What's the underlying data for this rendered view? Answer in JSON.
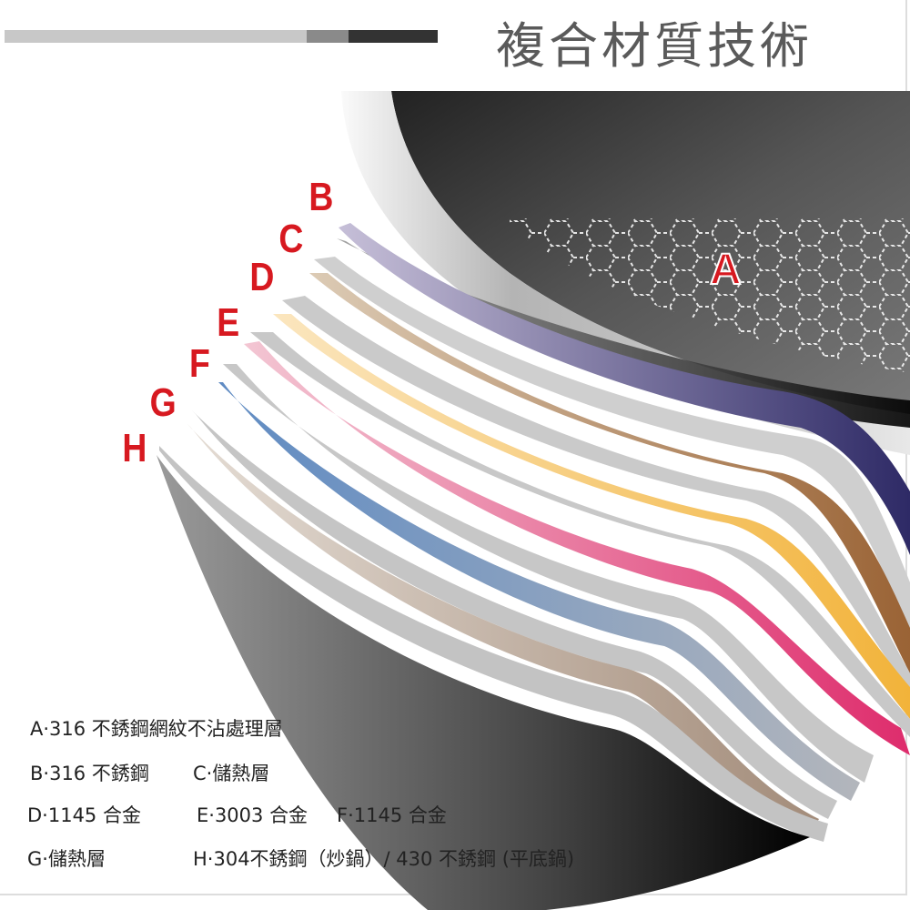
{
  "header": {
    "title": "複合材質技術",
    "deco_bar_colors": [
      "#c8c8c8",
      "#8a8a8a",
      "#333333"
    ]
  },
  "layer_labels": [
    {
      "letter": "A",
      "color": "#d71920"
    },
    {
      "letter": "B",
      "color": "#d71920"
    },
    {
      "letter": "C",
      "color": "#d71920"
    },
    {
      "letter": "D",
      "color": "#d71920"
    },
    {
      "letter": "E",
      "color": "#d71920"
    },
    {
      "letter": "F",
      "color": "#d71920"
    },
    {
      "letter": "G",
      "color": "#d71920"
    },
    {
      "letter": "H",
      "color": "#d71920"
    }
  ],
  "layer_colors": {
    "A": "#3a3a3a",
    "B": "#c9c9c9",
    "C": "#3b3670",
    "D": "#a36e3e",
    "E": "#f2b847",
    "F": "#e0336f",
    "G": "#a8adb6",
    "H": "#a88e7c"
  },
  "legend": {
    "row1": {
      "a": "A·316 不銹鋼網紋不沾處理層"
    },
    "row2": {
      "b": "B·316 不銹鋼",
      "c": "C·儲熱層"
    },
    "row3": {
      "d": "D·1145 合金",
      "e": "E·3003 合金",
      "f": "F·1145 合金"
    },
    "row4": {
      "g": "G·儲熱層",
      "h": "H·304不銹鋼（炒鍋）/ 430 不銹鋼 (平底鍋)"
    }
  }
}
